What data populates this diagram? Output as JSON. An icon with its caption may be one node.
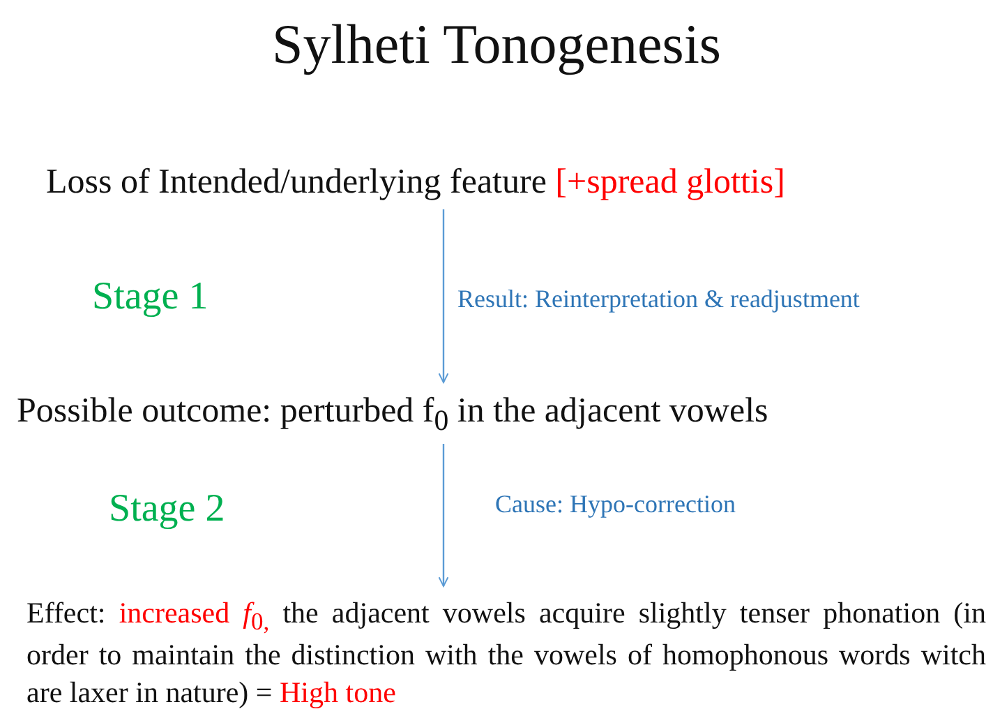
{
  "diagram": {
    "title": "Sylheti Tonogenesis",
    "nodes": [
      {
        "text": [
          "Loss of Intended/underlying feature",
          "[+spread glottis]"
        ]
      },
      {
        "text": [
          "Possible outcome: perturbed f$_{0}$ in the adjacent vowels"
        ]
      },
      {
        "text": [
          "Effect:",
          "increased *f*$_{0,}$",
          "the adjacent vowels acquire slightly tenser phonation (in order to maintain the distinction with the vowels of homophonous words witch are laxer in nature) =",
          "High tone"
        ]
      }
    ],
    "edges": [
      {
        "from": 0,
        "to": 1,
        "arrow": "to",
        "label": "Result: Reinterpretation & readjustment"
      },
      {
        "from": 1,
        "to": 2,
        "arrow": "to",
        "label": "Cause: Hypo-correction"
      }
    ],
    "labels": [
      "Stage 1",
      "Stage 2"
    ]
  }
}
